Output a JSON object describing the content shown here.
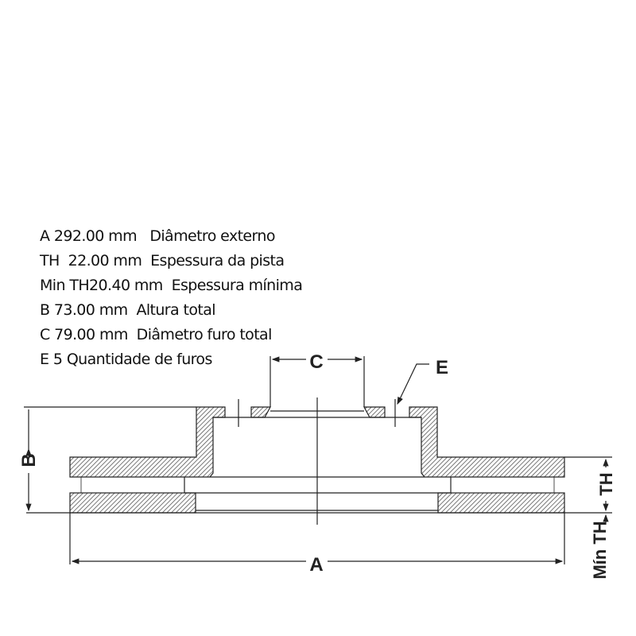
{
  "specs": [
    {
      "code": "A",
      "value": "292.00 mm",
      "description": "Diâmetro externo"
    },
    {
      "code": "TH",
      "value": "22.00 mm",
      "description": "Espessura da pista"
    },
    {
      "code": "Min TH",
      "value": "20.40 mm",
      "description": "Espessura mínima"
    },
    {
      "code": "B",
      "value": "73.00 mm",
      "description": "Altura total"
    },
    {
      "code": "C",
      "value": "79.00 mm",
      "description": "Diâmetro furo total"
    },
    {
      "code": "E",
      "value": "5",
      "description": "Quantidade de furos"
    }
  ],
  "diagram_labels": {
    "A": "A",
    "B": "B",
    "C": "C",
    "E": "E",
    "TH": "TH",
    "MinTH": "Mín TH"
  }
}
